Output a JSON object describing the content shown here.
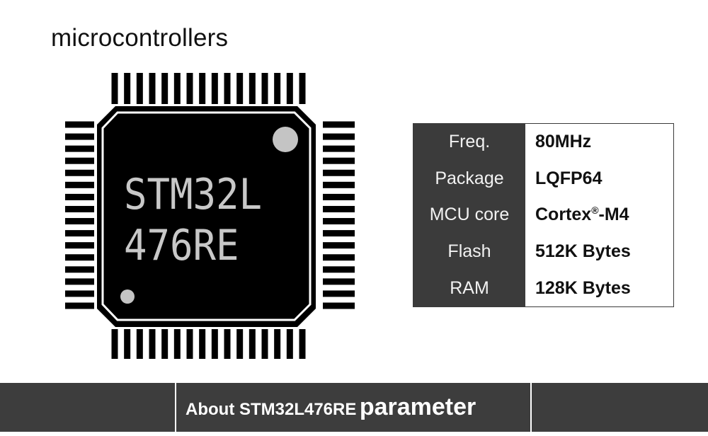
{
  "heading": "microcontrollers",
  "chip": {
    "line1": "STM32L",
    "line2": "476RE"
  },
  "specs": [
    {
      "label": "Freq.",
      "value": "80MHz"
    },
    {
      "label": "Package",
      "value": "LQFP64"
    },
    {
      "label": "MCU core",
      "value_prefix": "Cortex",
      "value_sup": "®",
      "value_suffix": "-M4"
    },
    {
      "label": "Flash",
      "value": "512K Bytes"
    },
    {
      "label": "RAM",
      "value": "128K Bytes"
    }
  ],
  "footer": {
    "caption_part1": "About STM32L476RE",
    "caption_part2": "parameter"
  },
  "colors": {
    "chip_body": "#000000",
    "chip_text": "#c8c8c8",
    "table_label_bg": "#3b3b3b",
    "footer_bg": "#3d3d3d"
  }
}
